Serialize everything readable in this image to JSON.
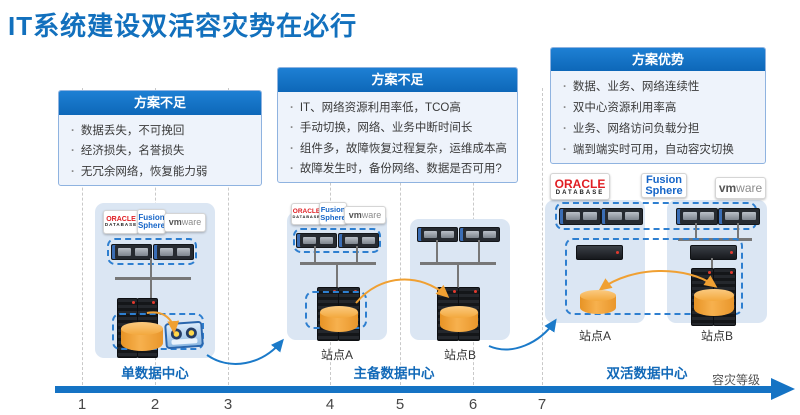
{
  "title": "IT系统建设双活容灾势在必行",
  "colors": {
    "accent_blue": "#1270bd",
    "panel_header_blue": "#1173c8",
    "axis_blue": "#1573c4",
    "orange": "#f0a032",
    "dc_box_fill": "#dbe6f3"
  },
  "panels": [
    {
      "header": "方案不足",
      "items": [
        "数据丢失，不可挽回",
        "经济损失，名誉损失",
        "无冗余网络，恢复能力弱"
      ]
    },
    {
      "header": "方案不足",
      "items": [
        "IT、网络资源利用率低，TCO高",
        "手动切换，网络、业务中断时间长",
        "组件多，故障恢复过程复杂，运维成本高",
        "故障发生时，备份网络、数据是否可用?"
      ]
    },
    {
      "header": "方案优势",
      "items": [
        "数据、业务、网络连续性",
        "双中心资源利用率高",
        "业务、网络访问负载分担",
        "端到端实时可用，自动容灾切换"
      ]
    }
  ],
  "logos": {
    "oracle_line1": "ORACLE",
    "oracle_line2": "DATABASE",
    "fusion_line1": "Fusion",
    "fusion_line2": "Sphere",
    "vmware_bold": "vm",
    "vmware_rest": "ware"
  },
  "stages": [
    {
      "label": "单数据中心"
    },
    {
      "label": "主备数据中心",
      "sites": [
        "站点A",
        "站点B"
      ]
    },
    {
      "label": "双活数据中心",
      "sites": [
        "站点A",
        "站点B"
      ]
    }
  ],
  "axis": {
    "ticks": [
      "1",
      "2",
      "3",
      "4",
      "5",
      "6",
      "7"
    ],
    "label": "容灾等级"
  }
}
